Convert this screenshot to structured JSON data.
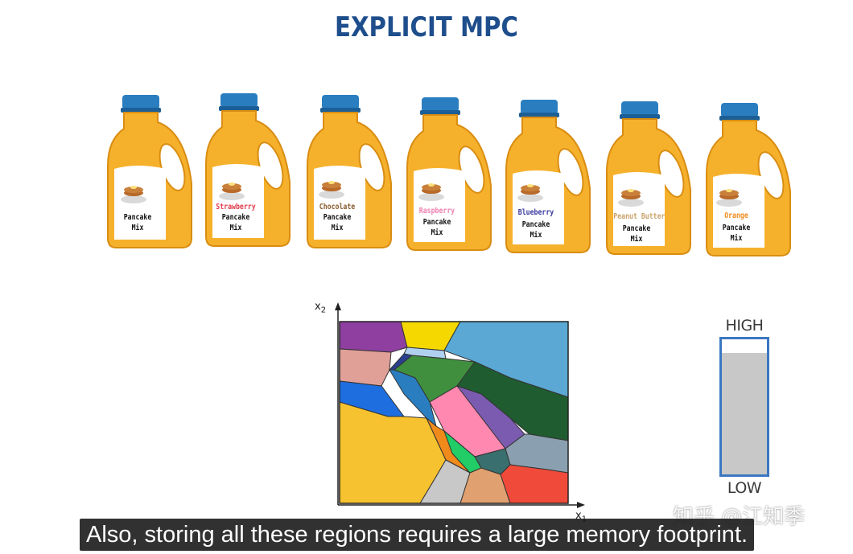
{
  "title": "EXPLICIT MPC",
  "bottles": [
    {
      "flavor": "",
      "flavor_color": "#111111",
      "line1": "Pancake",
      "line2": "Mix"
    },
    {
      "flavor": "Strawberry",
      "flavor_color": "#e23a4a",
      "line1": "Pancake",
      "line2": "Mix"
    },
    {
      "flavor": "Chocolate",
      "flavor_color": "#8a5a2b",
      "line1": "Pancake",
      "line2": "Mix"
    },
    {
      "flavor": "Raspberry",
      "flavor_color": "#f080b0",
      "line1": "Pancake",
      "line2": "Mix"
    },
    {
      "flavor": "Blueberry",
      "flavor_color": "#3a3aa0",
      "line1": "Pancake",
      "line2": "Mix"
    },
    {
      "flavor": "Peanut Butter",
      "flavor_color": "#c9a36a",
      "line1": "Pancake",
      "line2": "Mix"
    },
    {
      "flavor": "Orange",
      "flavor_color": "#f08a1a",
      "line1": "Pancake",
      "line2": "Mix"
    }
  ],
  "plot": {
    "x_label": "x",
    "x_sub": "1",
    "y_label": "x",
    "y_sub": "2",
    "region_colors": [
      "#8e3fa0",
      "#f5d800",
      "#5ba8d4",
      "#e0a097",
      "#1e6ee0",
      "#3f8f3f",
      "#1f5c30",
      "#f7c22f",
      "#ff88b0",
      "#7b5bb0",
      "#8aa0b0",
      "#c8c8c8",
      "#e0a070",
      "#f04a3a",
      "#22cc66",
      "#b0d0f0",
      "#2a3f8f"
    ]
  },
  "meter": {
    "high_label": "HIGH",
    "low_label": "LOW",
    "fill_fraction": 0.9,
    "frame_color": "#3b77c2",
    "fill_color": "#c8c8c8"
  },
  "watermark": "知乎 @江知季",
  "caption": "Also, storing all these regions requires a large memory footprint."
}
